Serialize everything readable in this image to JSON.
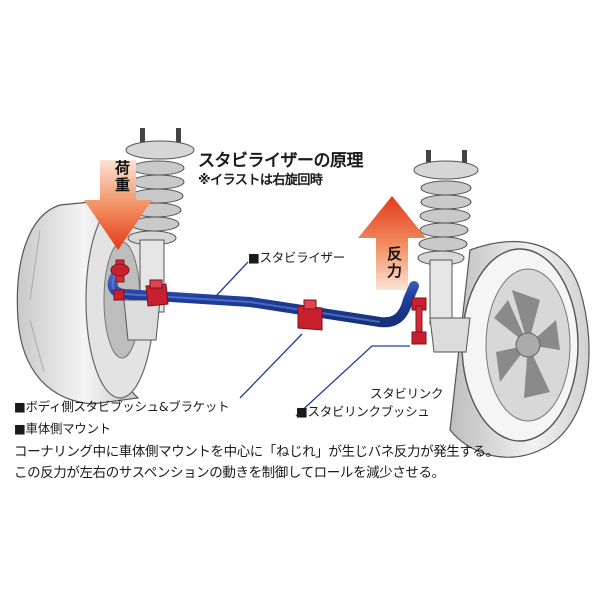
{
  "title": "スタビライザーの原理",
  "note": "※イラストは右旋回時",
  "arrows": {
    "load": "荷重",
    "reaction": "反力"
  },
  "labels": {
    "stabilizer": "■スタビライザー",
    "body_bush_bracket": "■ボディ側スタビブッシュ&ブラケット",
    "stabilink": "スタビリンク",
    "stabilink_bush": "■スタビリンクブッシュ",
    "body_mount": "■車体側マウント"
  },
  "captions": [
    "コーナリング中に車体側マウントを中心に「ねじれ」が生じバネ反力が発生する。",
    "この反力が左右のサスペンションの動きを制御してロールを減少させる。"
  ],
  "colors": {
    "stabilizer_bar": "#1f3f9c",
    "bushing": "#c8202e",
    "arrow": "#e8421e",
    "arrow_light": "#fad6c3"
  }
}
